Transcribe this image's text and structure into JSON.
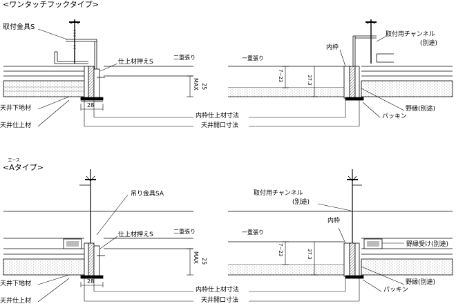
{
  "sections": [
    {
      "title": "<ワンタッチフックタイプ>",
      "labels": {
        "hanging_hardware": "取付金具S",
        "finish_clamp": "仕上材押えS",
        "single_layer_left": "二重張り",
        "single_layer_right": "一重張り",
        "inner_frame": "内枠",
        "mounting_channel": "取付用チャンネル",
        "mounting_channel_note": "(別途)",
        "ceiling_base": "天井下地材",
        "ceiling_finish": "天井仕上材",
        "inner_finish_dim": "内枠仕上材寸法",
        "ceiling_opening_dim": "天井開口寸法",
        "edge_trim": "野縁(別途)",
        "gasket": "パッキン",
        "max": "MAX",
        "dim_25": "25",
        "dim_28": "28",
        "dim_7_23": "7~23",
        "dim_37_3": "37.3"
      }
    },
    {
      "title_prefix": "<",
      "title_letter": "A",
      "title_ruby": "エース",
      "title_suffix": "タイプ>",
      "labels": {
        "hanging_hardware": "吊り金具SA",
        "finish_clamp": "仕上材押えS",
        "single_layer_left": "二重張り",
        "single_layer_right": "一重張り",
        "inner_frame": "内枠",
        "mounting_channel": "取付用チャンネル",
        "mounting_channel_note": "(別途)",
        "edge_receiver": "野縁受け(別途)",
        "ceiling_base": "天井下地材",
        "ceiling_finish": "天井仕上材",
        "inner_finish_dim": "内枠仕上材寸法",
        "ceiling_opening_dim": "天井開口寸法",
        "edge_trim": "野縁(別途)",
        "gasket": "パッキン",
        "max": "MAX",
        "dim_25": "25",
        "dim_28": "28",
        "dim_7_23": "7~23",
        "dim_37_3": "37.3"
      }
    }
  ]
}
